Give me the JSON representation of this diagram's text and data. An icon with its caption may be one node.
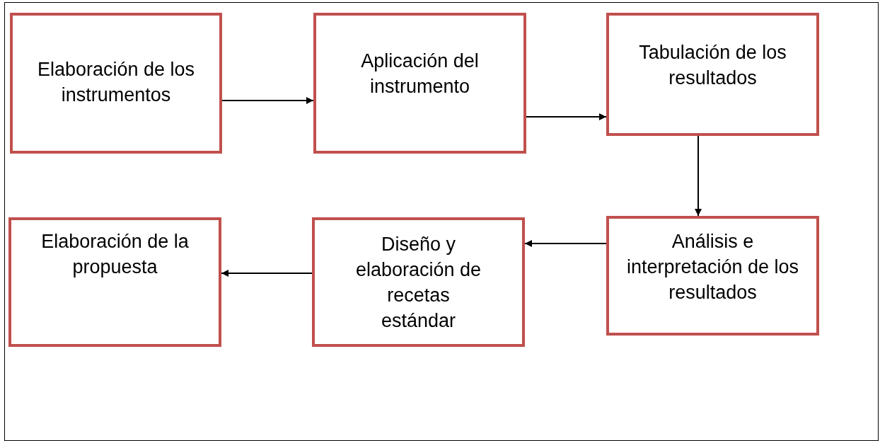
{
  "diagram": {
    "nodes": [
      {
        "text": [
          "Elaboración de los instrumentos"
        ]
      },
      {
        "text": [
          "Aplicación del instrumento"
        ]
      },
      {
        "text": [
          "Tabulación de los resultados"
        ]
      },
      {
        "text": [
          "Análisis e interpretación de los resultados"
        ]
      },
      {
        "text": [
          "Diseño y elaboración de recetas estándar"
        ]
      },
      {
        "text": [
          "Elaboración de la propuesta"
        ]
      }
    ],
    "edges": [
      {
        "from": 0,
        "to": 1,
        "arrow": "to"
      },
      {
        "from": 1,
        "to": 2,
        "arrow": "to"
      },
      {
        "from": 2,
        "to": 3,
        "arrow": "to"
      },
      {
        "from": 3,
        "to": 4,
        "arrow": "to"
      },
      {
        "from": 4,
        "to": 5,
        "arrow": "to"
      }
    ]
  }
}
